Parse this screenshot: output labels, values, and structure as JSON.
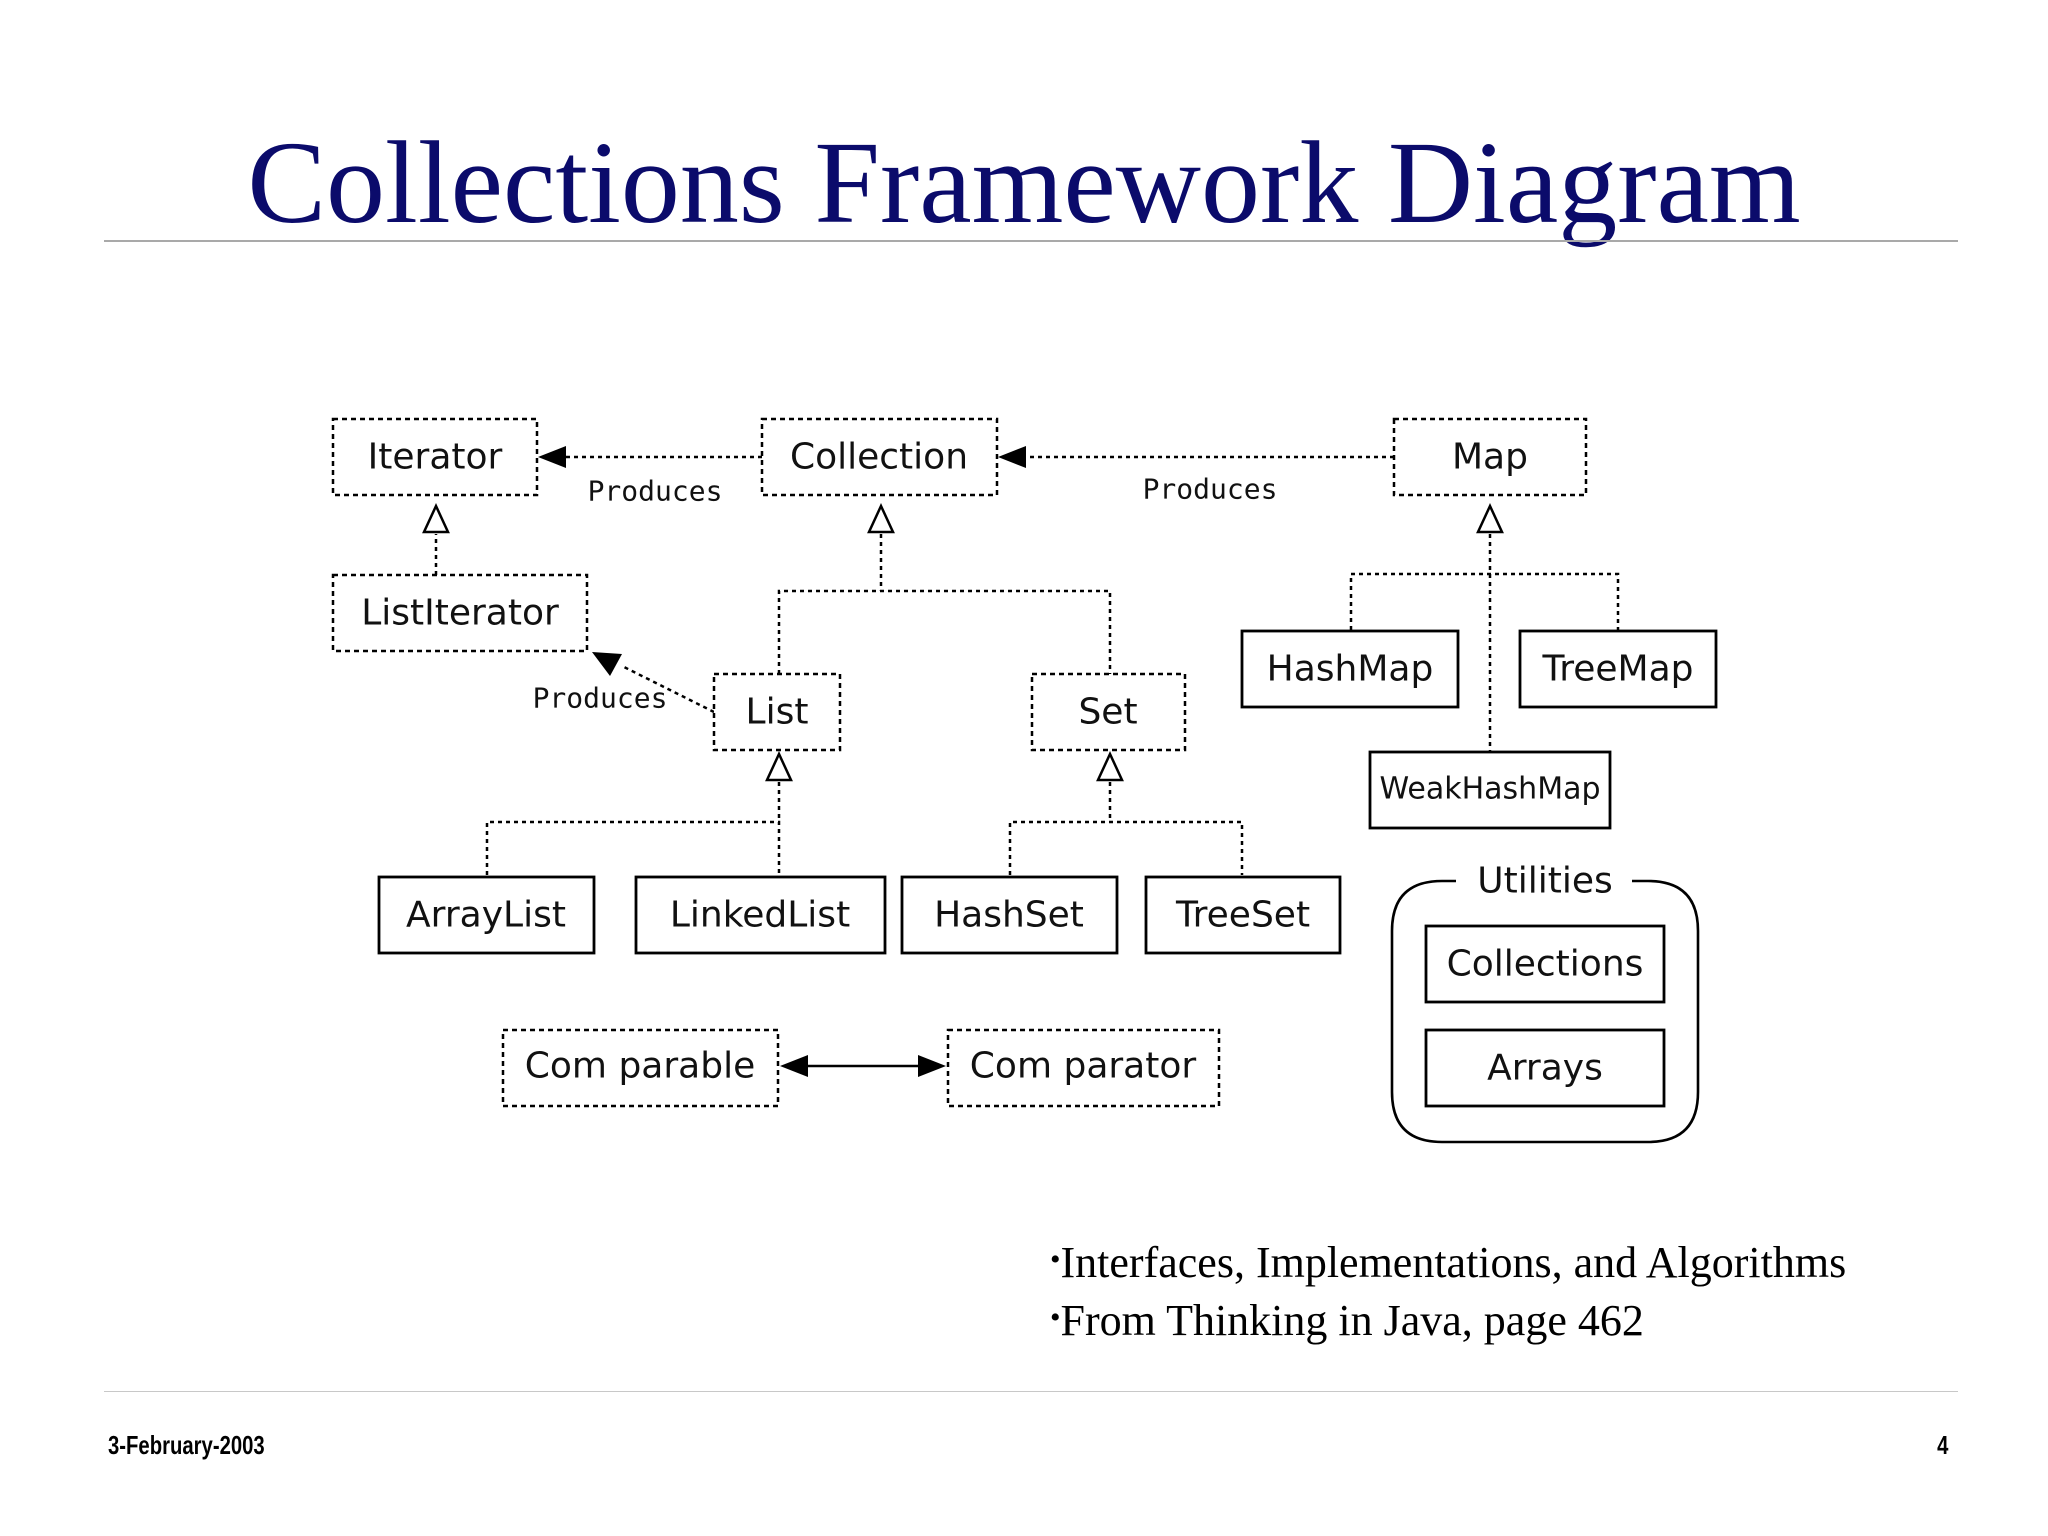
{
  "slide": {
    "title": "Collections Framework Diagram",
    "notes": [
      "Interfaces, Implementations, and Algorithms",
      "From Thinking in Java, page 462"
    ],
    "bullet": "•",
    "footer_date": "3-February-2003",
    "page_number": "4"
  },
  "diagram": {
    "nodes": {
      "iterator": "Iterator",
      "collection": "Collection",
      "map": "Map",
      "list_iterator": "ListIterator",
      "list": "List",
      "set": "Set",
      "hash_map": "HashMap",
      "tree_map": "TreeMap",
      "weak_hash_map": "WeakHashMap",
      "array_list": "ArrayList",
      "linked_list": "LinkedList",
      "hash_set": "HashSet",
      "tree_set": "TreeSet",
      "comparable": "Com parable",
      "comparator": "Com parator",
      "collections": "Collections",
      "arrays": "Arrays"
    },
    "group_label": "Utilities",
    "relations": {
      "collection_iterator": "Produces",
      "map_collection": "Produces",
      "list_listiterator": "Produces"
    }
  }
}
